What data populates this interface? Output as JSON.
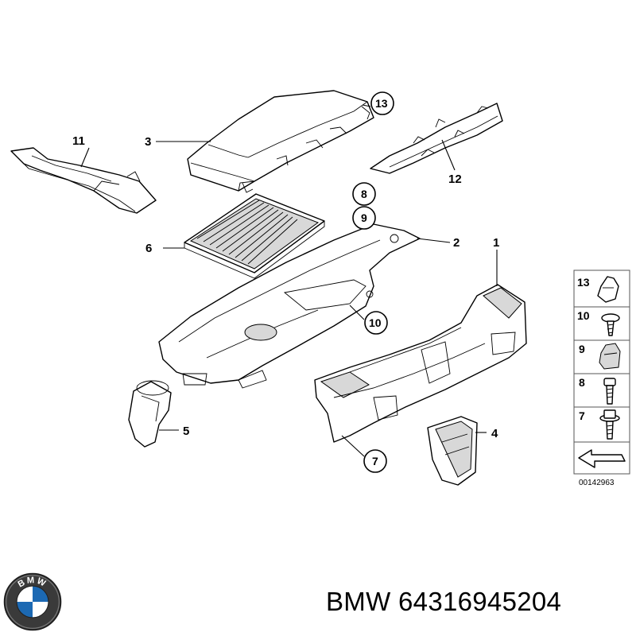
{
  "diagram": {
    "callouts": [
      {
        "id": "c1",
        "label": "1"
      },
      {
        "id": "c2",
        "label": "2"
      },
      {
        "id": "c3",
        "label": "3"
      },
      {
        "id": "c4",
        "label": "4"
      },
      {
        "id": "c5",
        "label": "5"
      },
      {
        "id": "c6",
        "label": "6"
      },
      {
        "id": "c7",
        "label": "7"
      },
      {
        "id": "c8",
        "label": "8"
      },
      {
        "id": "c9",
        "label": "9"
      },
      {
        "id": "c10",
        "label": "10"
      },
      {
        "id": "c11",
        "label": "11"
      },
      {
        "id": "c12",
        "label": "12"
      },
      {
        "id": "c13",
        "label": "13"
      }
    ],
    "legend": {
      "items": [
        "13",
        "10",
        "9",
        "8",
        "7"
      ],
      "reference": "00142963"
    }
  },
  "footer": {
    "logo_text": "BMW",
    "caption": "BMW 64316945204"
  }
}
